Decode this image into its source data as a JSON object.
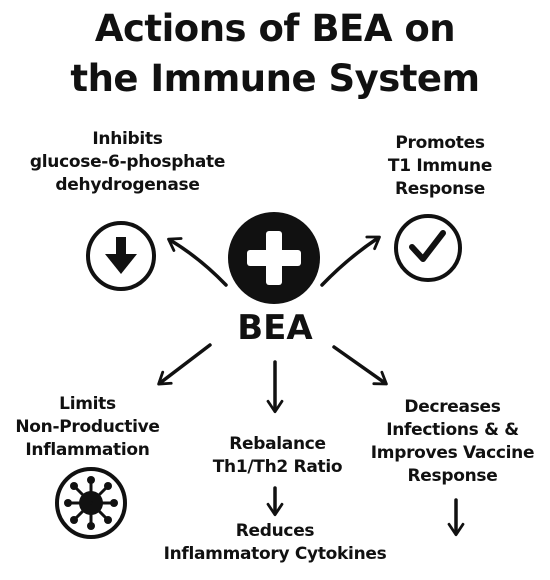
{
  "title": {
    "line1": "Actions of BEA on",
    "line2": "the Immune System"
  },
  "center": {
    "label": "BEA",
    "icon": "plus-icon"
  },
  "actions": {
    "top_left": {
      "lines": [
        "Inhibits",
        "glucose-6-phosphate",
        "dehydrogenase"
      ],
      "icon": "down-arrow-icon"
    },
    "top_right": {
      "lines": [
        "Promotes",
        "T1 Immune",
        "Response"
      ],
      "icon": "checkmark-icon"
    },
    "mid_left": {
      "lines": [
        "Limits",
        "Non-Productive",
        "Inflammation"
      ],
      "icon": "virus-icon"
    },
    "mid_center": {
      "lines": [
        "Rebalance",
        "Th1/Th2 Ratio"
      ]
    },
    "mid_right": {
      "lines": [
        "Decreases",
        "Infections & &",
        "Improves Vaccine",
        "Response"
      ]
    },
    "bottom_center": {
      "lines": [
        "Reduces",
        "Inflammatory Cytokines"
      ]
    }
  },
  "colors": {
    "ink": "#111111",
    "background": "#ffffff"
  }
}
